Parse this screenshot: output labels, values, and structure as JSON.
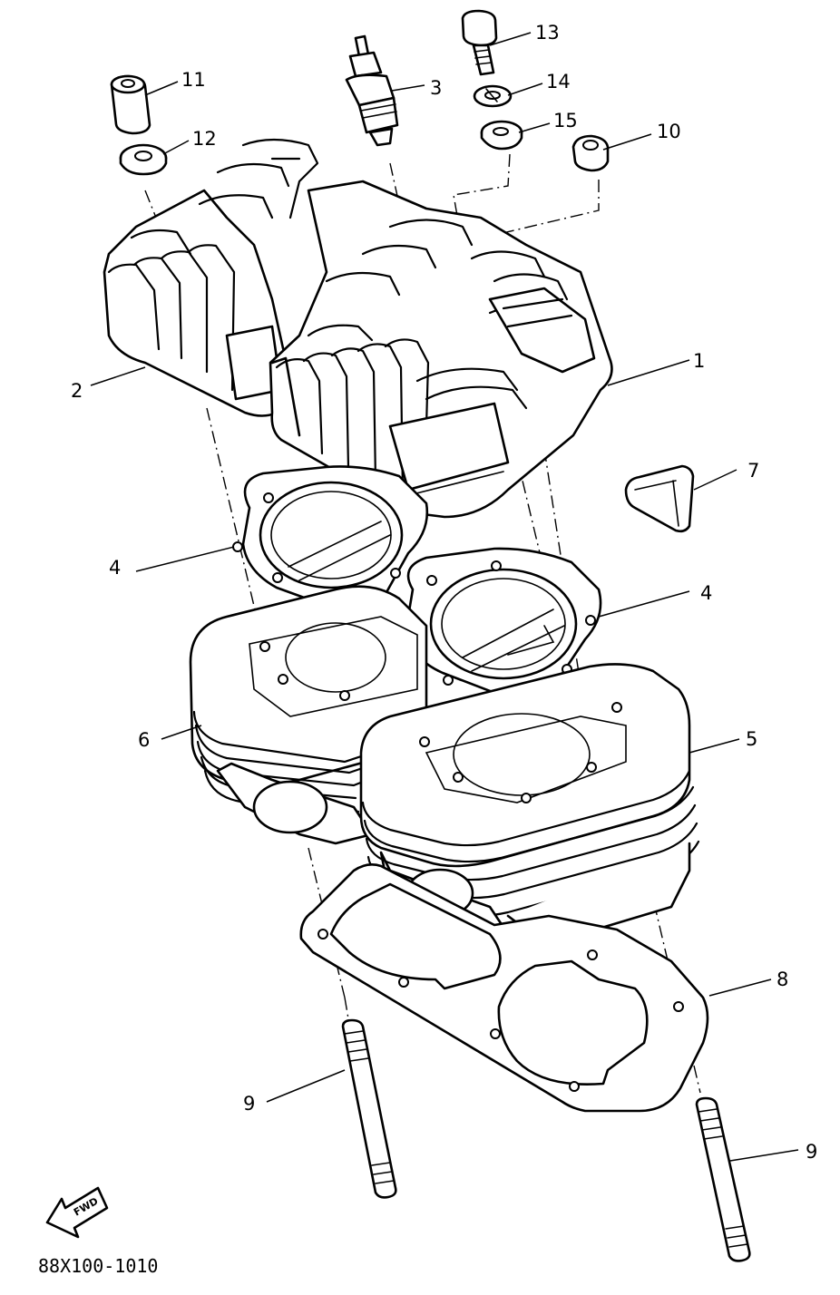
{
  "callouts": [
    {
      "id": "1",
      "label": "1"
    },
    {
      "id": "2",
      "label": "2"
    },
    {
      "id": "3",
      "label": "3"
    },
    {
      "id": "4a",
      "label": "4"
    },
    {
      "id": "4b",
      "label": "4"
    },
    {
      "id": "5",
      "label": "5"
    },
    {
      "id": "6",
      "label": "6"
    },
    {
      "id": "7",
      "label": "7"
    },
    {
      "id": "8",
      "label": "8"
    },
    {
      "id": "9a",
      "label": "9"
    },
    {
      "id": "9b",
      "label": "9"
    },
    {
      "id": "10",
      "label": "10"
    },
    {
      "id": "11",
      "label": "11"
    },
    {
      "id": "12",
      "label": "12"
    },
    {
      "id": "13",
      "label": "13"
    },
    {
      "id": "14",
      "label": "14"
    },
    {
      "id": "15",
      "label": "15"
    }
  ],
  "fwd_label": "FWD",
  "diagram_code": "88X100-1010"
}
